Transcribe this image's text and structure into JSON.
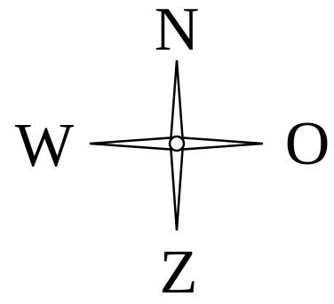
{
  "compass": {
    "north": "N",
    "east": "O",
    "south": "Z",
    "west": "W"
  },
  "colors": {
    "ink": "#000000",
    "background": "#ffffff"
  }
}
